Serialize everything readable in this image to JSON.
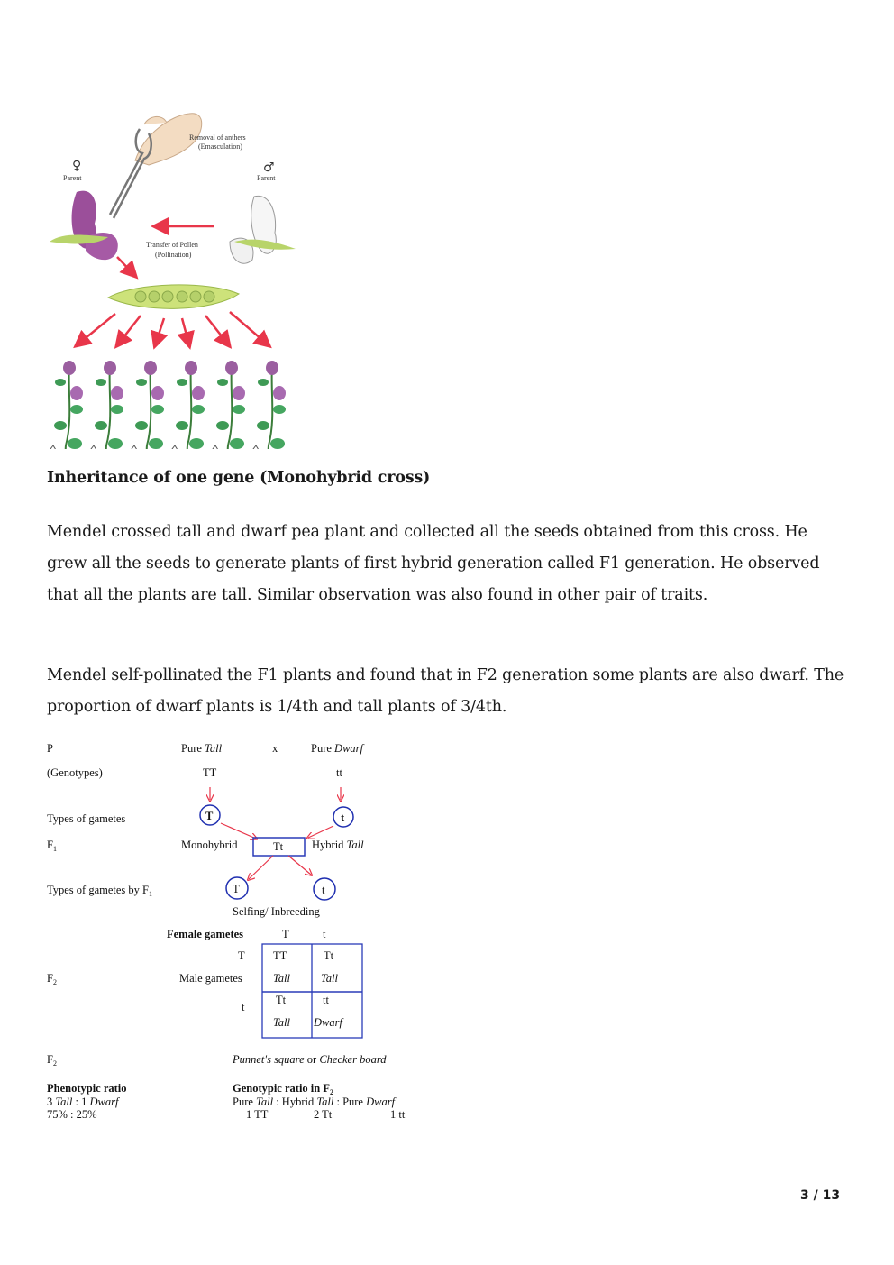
{
  "figure1": {
    "labels": {
      "female_symbol": "♀",
      "female_parent": "Parent",
      "male_symbol": "♂",
      "male_parent": "Parent",
      "emasculation_line1": "Removal of anthers",
      "emasculation_line2": "(Emasculation)",
      "pollination_line1": "Transfer of Pollen",
      "pollination_line2": "(Pollination)"
    },
    "offspring_count": 6
  },
  "heading": "Inheritance of one gene (Monohybrid cross)",
  "paragraphs": [
    "Mendel crossed tall and dwarf pea plant and collected all the seeds obtained from this cross. He grew all the seeds to generate plants of first hybrid generation called F1 generation. He observed that all the plants are tall. Similar observation was also found in other pair of traits.",
    "Mendel self-pollinated the F1 plants and found that in F2 generation some plants are also dwarf. The proportion of dwarf plants is 1/4th and tall plants of 3/4th."
  ],
  "cross_diagram": {
    "row_labels": {
      "p": "P",
      "genotypes": "(Genotypes)",
      "gametes": "Types of gametes",
      "f1": "F",
      "f1_sub": "1",
      "gametes_f1": "Types of gametes by F",
      "gametes_f1_sub": "1",
      "f2": "F",
      "f2_sub": "2",
      "f2b": "F",
      "f2b_sub": "2"
    },
    "parents": {
      "left_prefix": "Pure ",
      "left_trait": "Tall",
      "cross": "x",
      "right_prefix": "Pure ",
      "right_trait": "Dwarf",
      "left_genotype": "TT",
      "right_genotype": "tt",
      "left_gamete": "T",
      "right_gamete": "t"
    },
    "f1": {
      "left_label": "Monohybrid",
      "genotype": "Tt",
      "right_prefix": "Hybrid ",
      "right_trait": "Tall",
      "gamete_left": "T",
      "gamete_right": "t"
    },
    "selfing": "Selfing/ Inbreeding",
    "punnett": {
      "female_label": "Female gametes",
      "male_label": "Male gametes",
      "female_gametes": [
        "T",
        "t"
      ],
      "male_gametes": [
        "T",
        "t"
      ],
      "cells": [
        {
          "genotype": "TT",
          "phenotype": "Tall"
        },
        {
          "genotype": "Tt",
          "phenotype": "Tall"
        },
        {
          "genotype": "Tt",
          "phenotype": "Tall"
        },
        {
          "genotype": "tt",
          "phenotype": "Dwarf"
        }
      ],
      "caption_a": "Punnet's square",
      "caption_or": " or ",
      "caption_b": "Checker board"
    },
    "phenotypic": {
      "title": "Phenotypic ratio",
      "ratio_3": "3 ",
      "ratio_tall": "Tall",
      "ratio_mid": " : 1 ",
      "ratio_dwarf": "Dwarf",
      "percent": "75%  : 25%"
    },
    "genotypic": {
      "title": "Genotypic ratio in F",
      "title_sub": "2",
      "pure1": "Pure ",
      "tall1": "Tall",
      "sep1": " : Hybrid ",
      "tall2": "Tall",
      "sep2": " :  Pure ",
      "dwarf": "Dwarf",
      "counts": [
        "1 TT",
        "2 Tt",
        "1 tt"
      ]
    },
    "colors": {
      "arrow": "#e8364a",
      "circle": "#1f2fb0",
      "box": "#2a3bb8"
    }
  },
  "page_number": "3 / 13"
}
